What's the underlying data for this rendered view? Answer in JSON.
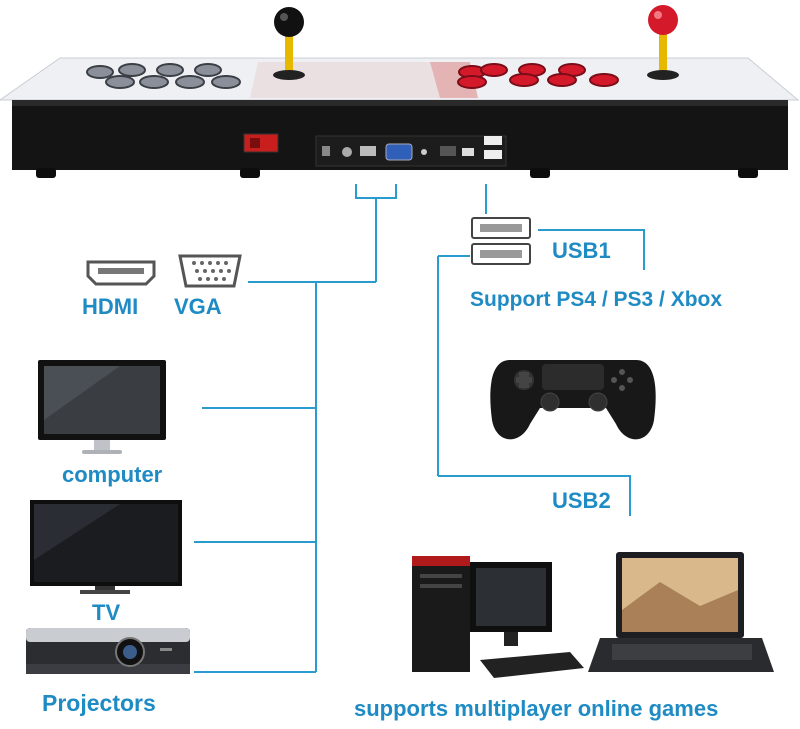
{
  "labels": {
    "hdmi": "HDMI",
    "vga": "VGA",
    "usb1": "USB1",
    "support": "Support PS4 / PS3 / Xbox",
    "usb2": "USB2",
    "computer": "computer",
    "tv": "TV",
    "projectors": "Projectors",
    "multiplayer": "supports multiplayer online games"
  },
  "colors": {
    "accent": "#1f8bc4",
    "line": "#2a9bcf",
    "console_red": "#d4192b",
    "button_gray": "#8a8f99"
  }
}
